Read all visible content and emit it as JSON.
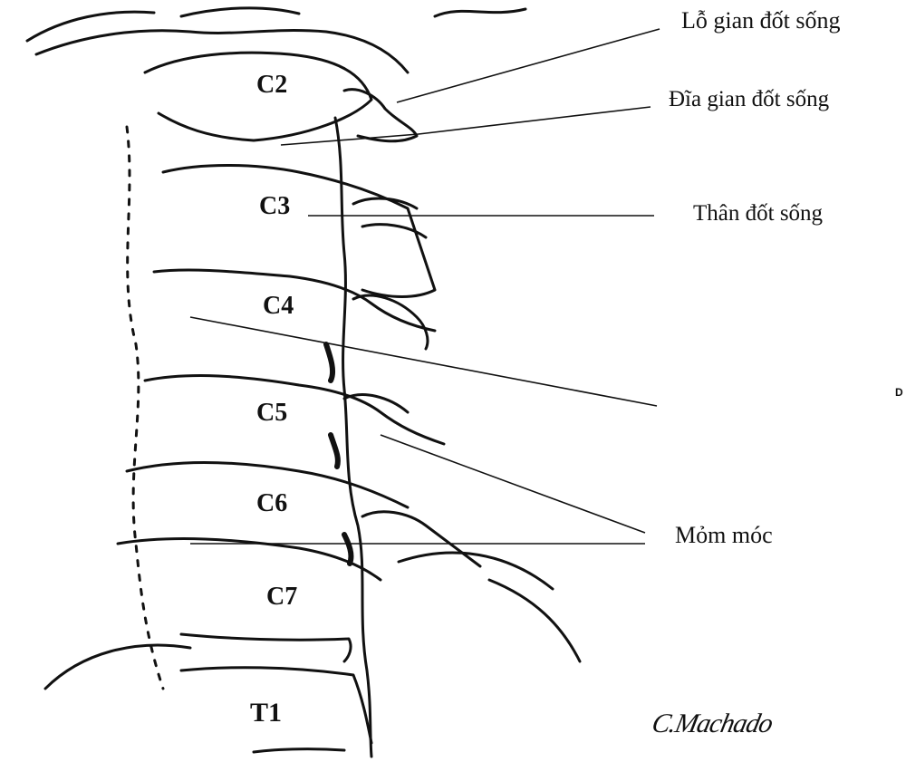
{
  "labels": [
    "Lỗ gian đốt sống",
    "Đĩa gian đốt sống",
    "Thân đốt sống",
    "Mỏm móc"
  ],
  "vertebrae": [
    "C2",
    "C3",
    "C4",
    "C5",
    "C6",
    "C7",
    "T1"
  ],
  "edge_mark": "D",
  "signature": "C.Machado"
}
